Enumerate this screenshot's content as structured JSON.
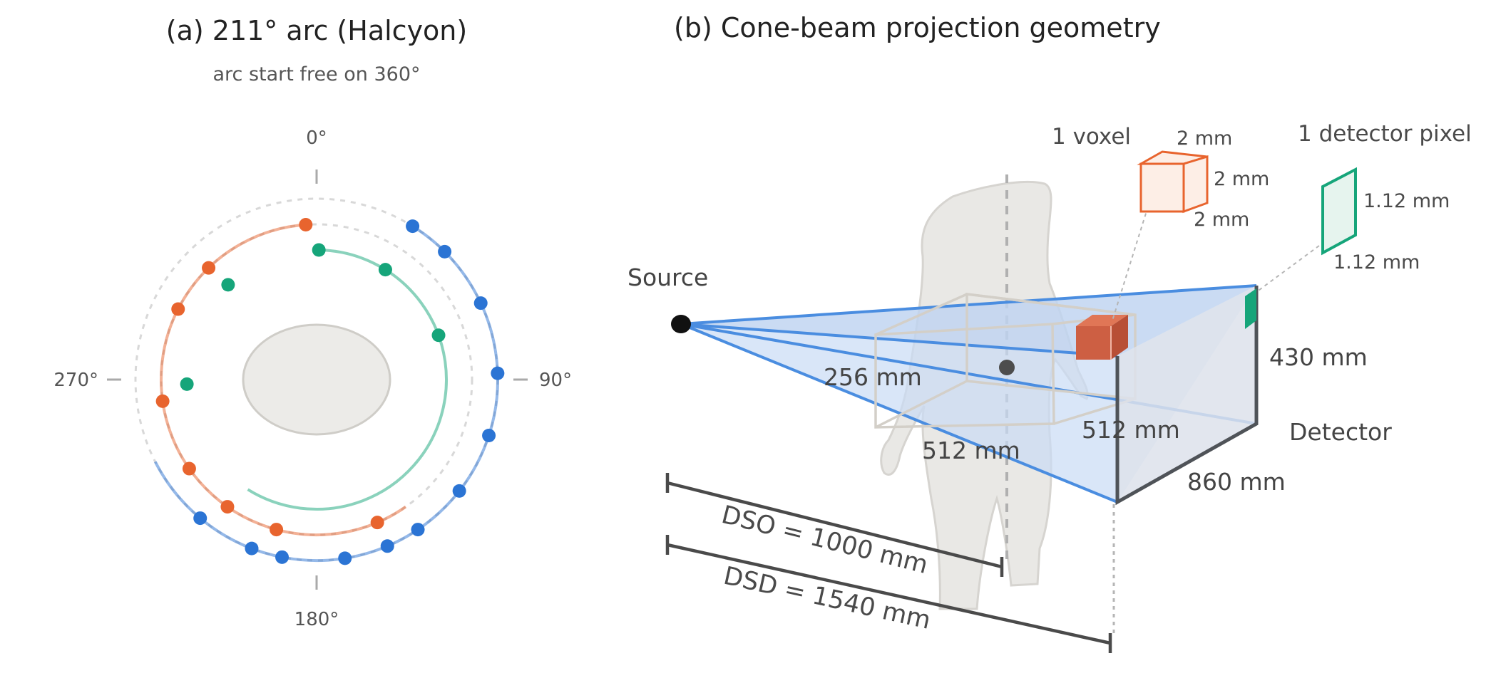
{
  "panel_a": {
    "title": "(a) 211° arc (Halcyon)",
    "subtitle": "arc start free on 360°",
    "angle_labels": {
      "top": "0°",
      "right": "90°",
      "bottom": "180°",
      "left": "270°"
    },
    "colors": {
      "blue": "#2b74d4",
      "orange": "#e8642e",
      "green": "#16a57a",
      "phantom_fill": "#ecebe8",
      "guide": "#d5d5d5"
    },
    "arcs": [
      {
        "key": "blue",
        "ring": "outer",
        "start_deg": 32,
        "end_deg": 243,
        "points_deg": [
          32,
          45,
          65,
          88,
          108,
          128,
          146,
          157,
          171,
          191,
          201,
          220
        ]
      },
      {
        "key": "orange",
        "ring": "middle",
        "start_deg": 145,
        "end_deg": 356,
        "points_deg": [
          157,
          195,
          215,
          235,
          262,
          297,
          316,
          356
        ]
      },
      {
        "key": "green",
        "ring": "inner",
        "start_deg": 1,
        "end_deg": 212,
        "points_deg": [
          1,
          32,
          70,
          268,
          317
        ]
      }
    ]
  },
  "panel_b": {
    "title": "(b) Cone-beam projection geometry",
    "source_label": "Source",
    "detector_label": "Detector",
    "voxel_label": "1 voxel",
    "voxel_dims": [
      "2 mm",
      "2 mm",
      "2 mm"
    ],
    "pixel_label": "1 detector pixel",
    "pixel_dims": [
      "1.12 mm",
      "1.12 mm"
    ],
    "volume_dims": [
      "256 mm",
      "512 mm",
      "512 mm"
    ],
    "detector_dims": [
      "430 mm",
      "860 mm"
    ],
    "dso_label": "DSO = 1000 mm",
    "dsd_label": "DSD = 1540 mm",
    "colors": {
      "beam": "#4a8de0",
      "beam_fill": "#c9dcf5",
      "detector_edge": "#4f5358",
      "voxel": "#e8642e",
      "voxel_fill": "#d4694a",
      "pixel": "#16a57a",
      "body_fill": "#e9e8e5",
      "body_edge": "#d6d4d0"
    }
  }
}
